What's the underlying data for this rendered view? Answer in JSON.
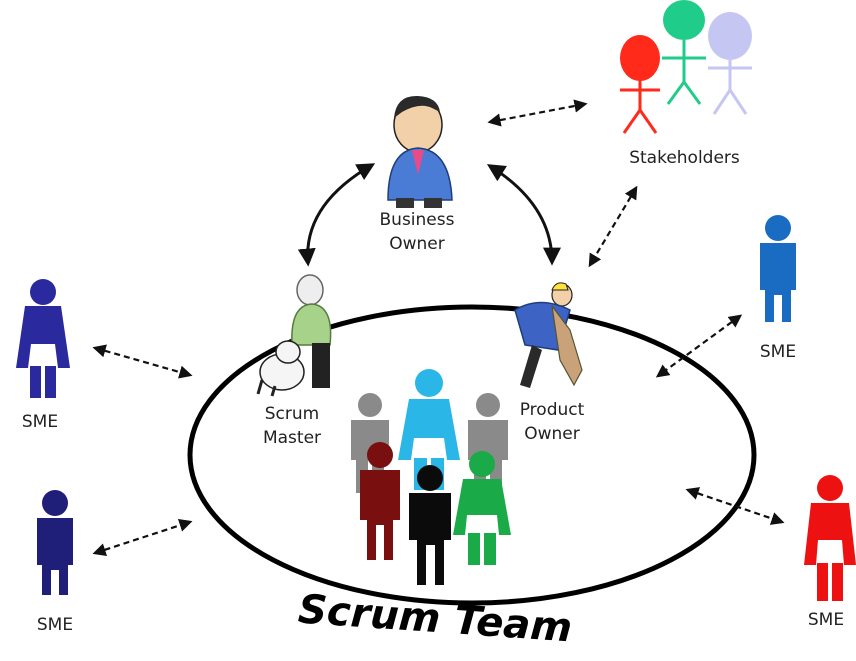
{
  "title": "Scrum Team",
  "labels": {
    "business_owner": [
      "Business",
      "Owner"
    ],
    "stakeholders": "Stakeholders",
    "scrum_master": [
      "Scrum",
      "Master"
    ],
    "product_owner": [
      "Product",
      "Owner"
    ],
    "sme": "SME"
  },
  "colors": {
    "arrow": "#111111",
    "ellipse": "#000000",
    "sme_top_left": "#2a2aa0",
    "sme_bottom_left": "#1f1f7a",
    "sme_right": "#1a6cc2",
    "sme_bottom_right": "#ee1111",
    "stakeholder_red": "#ff2a1a",
    "stakeholder_green": "#1fcc8a",
    "stakeholder_lavender": "#c6c6f2",
    "team_grey": "#8a8a8a",
    "team_cyan": "#2bb6e8",
    "team_darkred": "#7a0f0f",
    "team_black": "#0b0b0b",
    "team_green": "#1aaa48"
  },
  "icons": [
    "person-icon",
    "stick-figure-icon",
    "businessman-illustration",
    "scrum-master-illustration",
    "product-owner-illustration"
  ]
}
